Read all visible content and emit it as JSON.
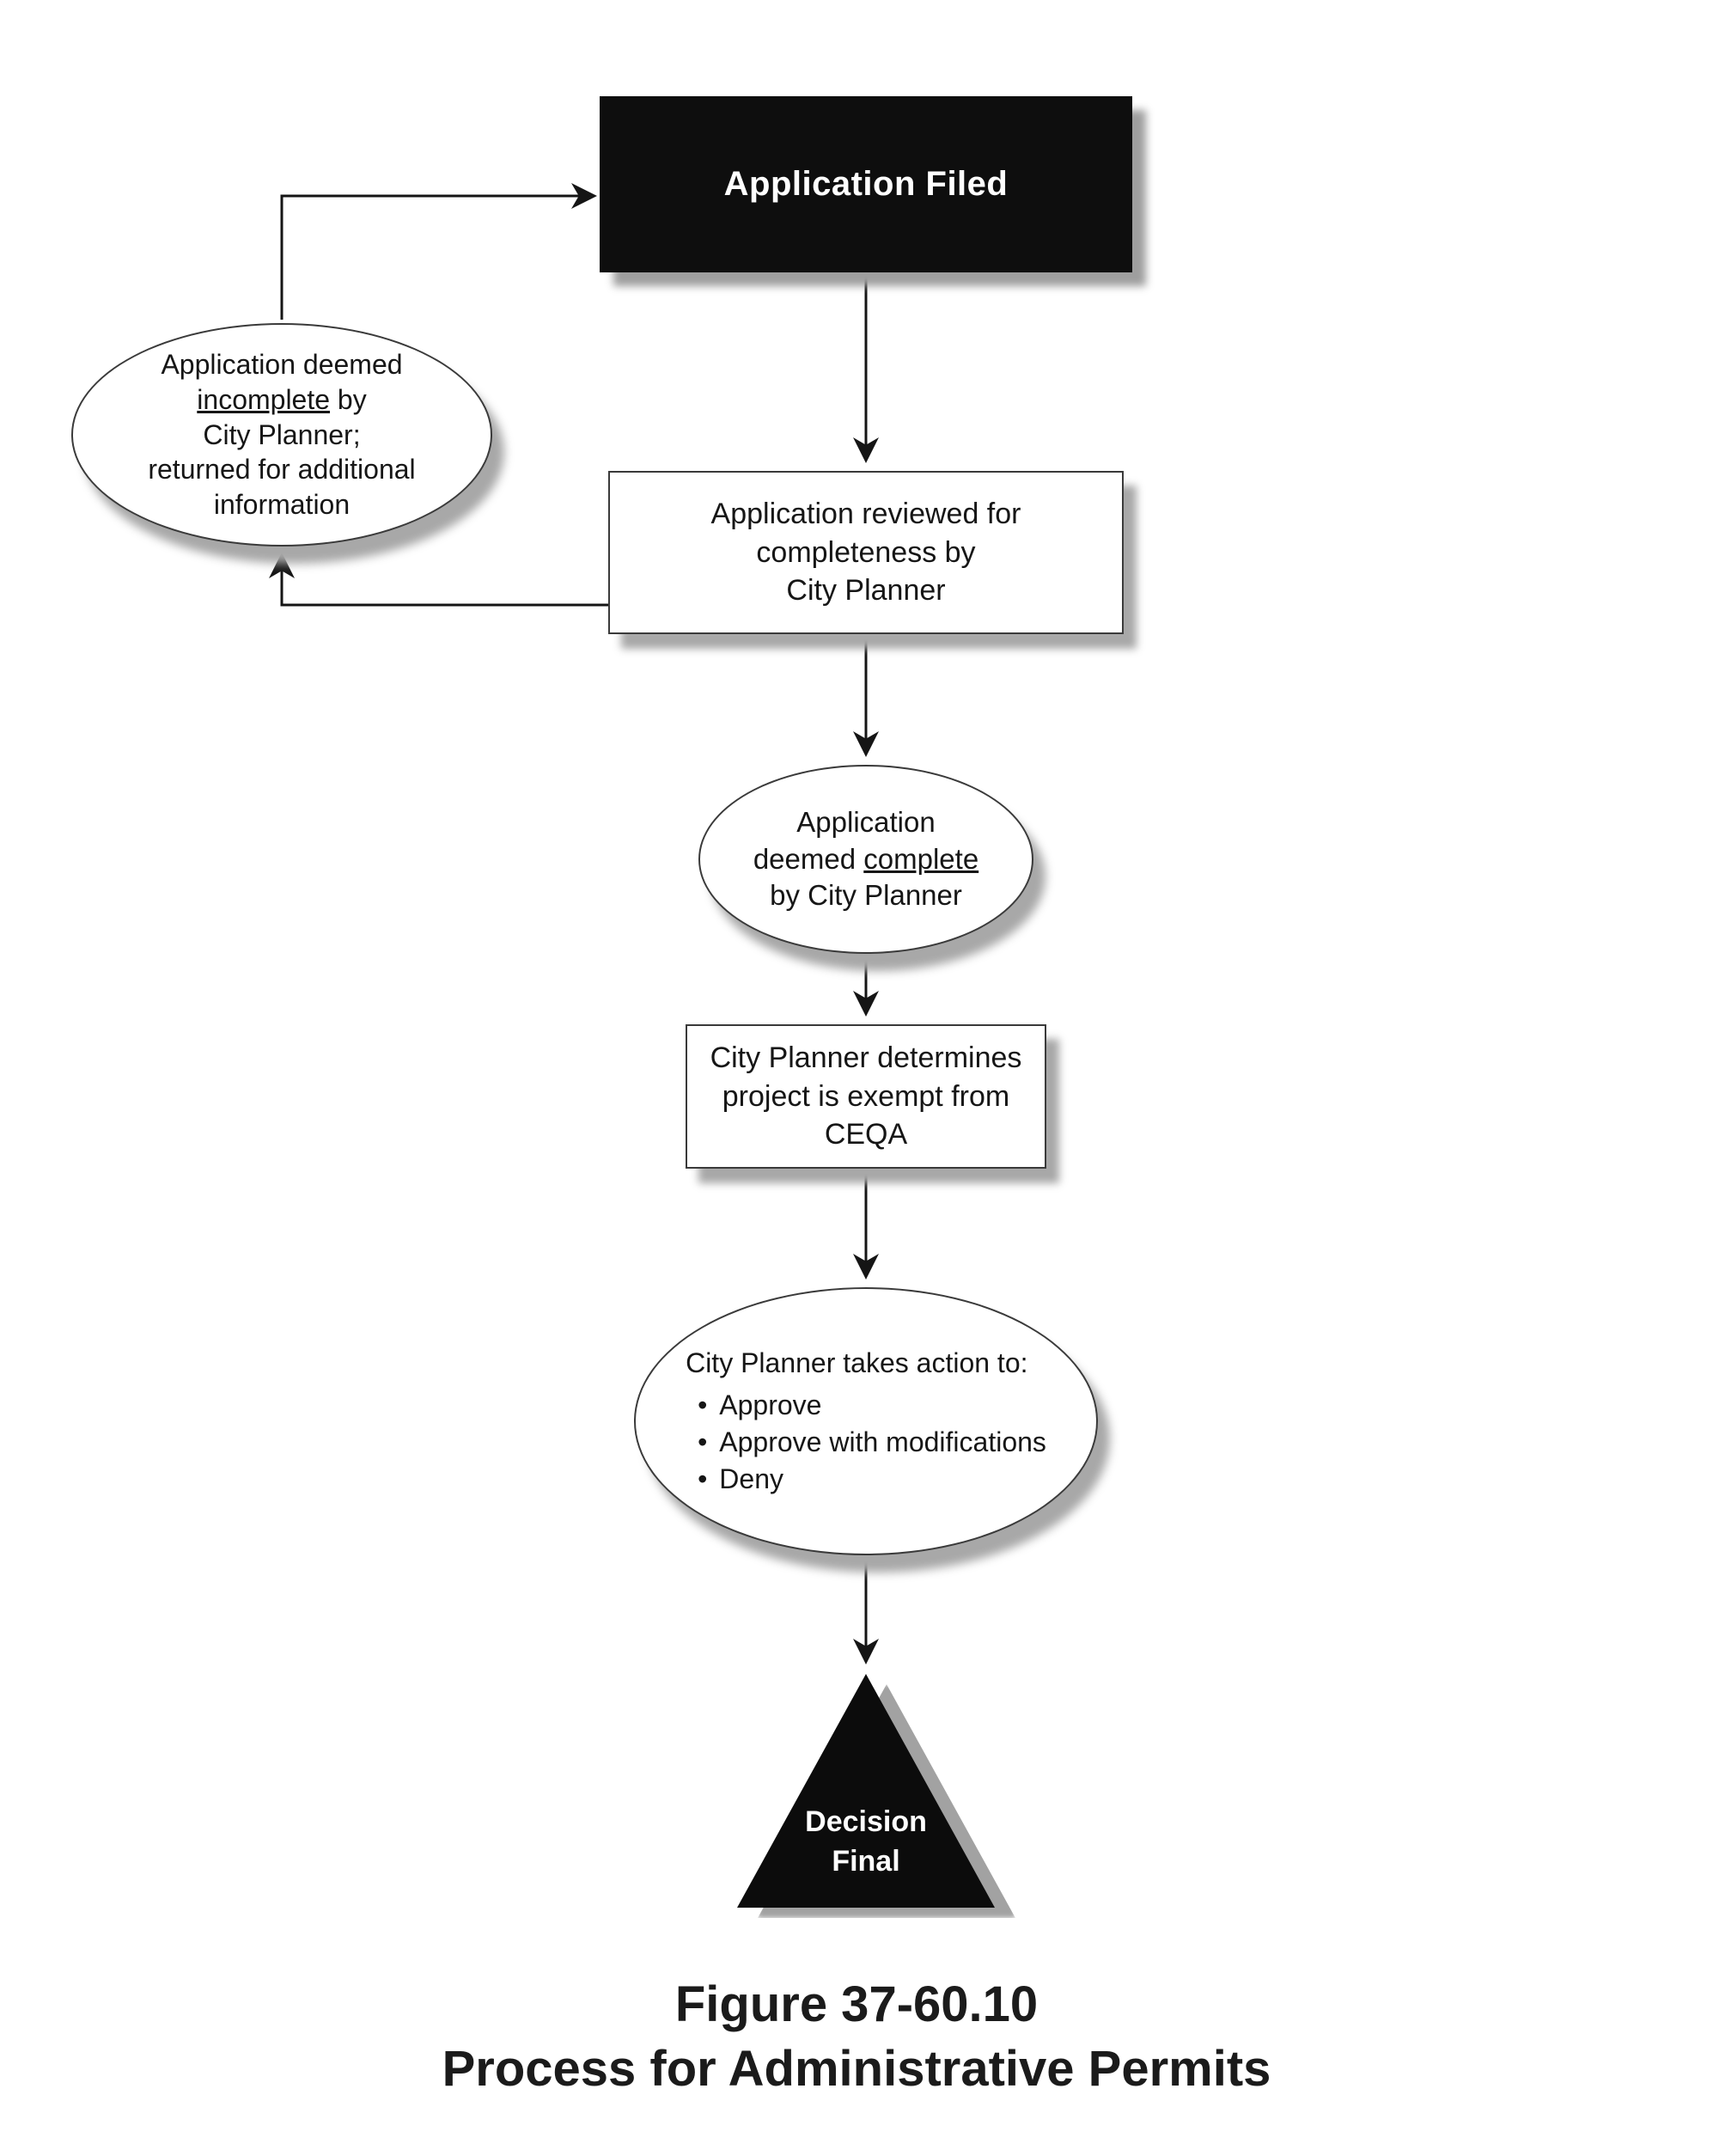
{
  "glyphs": {
    "bullet": "•"
  },
  "colors": {
    "node_dark_fill": "#0e0e0e",
    "node_light_fill": "#ffffff",
    "line": "#151515",
    "shadow": "#a8a8a8"
  },
  "nodes": {
    "application_filed": {
      "label": "Application Filed"
    },
    "review": {
      "line1": "Application reviewed for",
      "line2": "completeness by",
      "line3": "City Planner"
    },
    "incomplete": {
      "line1": "Application deemed",
      "line2_underline": "incomplete",
      "line2_rest": " by",
      "line3": "City Planner;",
      "line4": "returned for additional",
      "line5": "information"
    },
    "complete": {
      "line1": "Application",
      "line2_prefix": "deemed ",
      "line2_underline": "complete",
      "line3": "by City Planner"
    },
    "ceqa": {
      "line1": "City Planner determines",
      "line2": "project is exempt from",
      "line3": "CEQA"
    },
    "action": {
      "heading": "City Planner takes action to:",
      "bullets": [
        "Approve",
        "Approve with modifications",
        "Deny"
      ]
    },
    "decision": {
      "line1": "Decision",
      "line2": "Final"
    }
  },
  "caption": {
    "line1": "Figure 37-60.10",
    "line2": "Process for Administrative Permits"
  }
}
